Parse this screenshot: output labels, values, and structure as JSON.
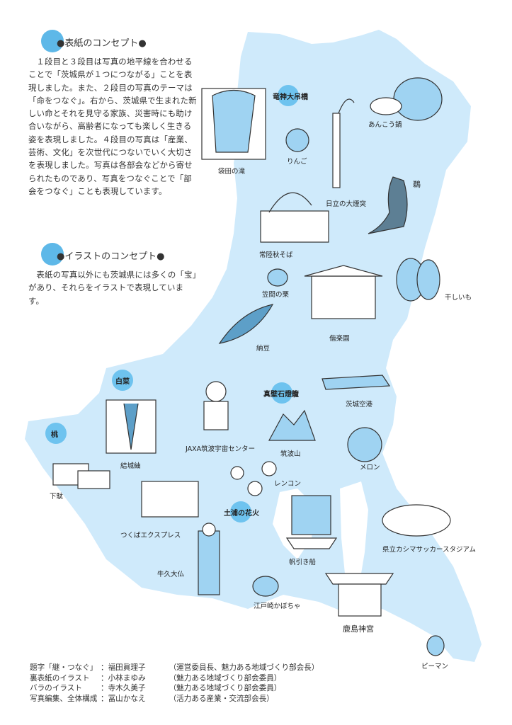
{
  "cover": {
    "title": "●表紙のコンセプト●",
    "body": "１段目と３段目は写真の地平線を合わせることで「茨城県が１つにつながる」ことを表現しました。また、２段目の写真のテーマは「命をつなぐ」。右から、茨城県で生まれた新しい命とそれを見守る家族、災害時にも助け合いながら、高齢者になっても楽しく生きる姿を表現しました。４段目の写真は「産業、芸術、文化」を次世代につないでいく大切さを表現しました。写真は各部会などから寄せられたものであり、写真をつなぐことで「部会をつなぐ」ことも表現しています。"
  },
  "illust": {
    "title": "●イラストのコンセプト●",
    "body": "表紙の写真以外にも茨城県には多くの「宝」があり、それらをイラストで表現しています。"
  },
  "map_labels": {
    "fukuroda": "袋田の滝",
    "ryujin": "竜神大吊橋",
    "ringo": "りんご",
    "ankou": "あんこう鍋",
    "hitachi_chimney": "日立の大煙突",
    "u": "鵜",
    "soba": "常陸秋そば",
    "kasama": "笠間の栗",
    "hoshiimo": "干しいも",
    "kairakuen": "偕楽園",
    "natto": "納豆",
    "hakusai": "白菜",
    "makabe": "真壁石燈籠",
    "airport": "茨城空港",
    "jaxa": "JAXA筑波宇宙センター",
    "momo": "桃",
    "yuki": "結城紬",
    "tsukuba": "筑波山",
    "melon": "メロン",
    "geta": "下駄",
    "renkon": "レンコン",
    "tx": "つくばエクスプレス",
    "tsuchiura": "土浦の花火",
    "hobiki": "帆引き船",
    "stadium": "県立カシマサッカースタジアム",
    "ushiku": "牛久大仏",
    "kabocha": "江戸崎かぼちゃ",
    "kashima": "鹿島神宮",
    "piman": "ピーマン"
  },
  "credits": [
    {
      "role": "題字「継・つなぐ」",
      "name": "福田眞理子",
      "note": "（運営委員長、魅力ある地域づくり部会長）"
    },
    {
      "role": "裏表紙のイラスト",
      "name": "小林まゆみ",
      "note": "（魅力ある地域づくり部会委員）"
    },
    {
      "role": "バラのイラスト",
      "name": "寺木久美子",
      "note": "（魅力ある地域づくり部会委員）"
    },
    {
      "role": "写真編集、全体構成",
      "name": "冨山かなえ",
      "note": "（活力ある産業・交流部会長）"
    }
  ],
  "colors": {
    "map_fill": "#cfeafb",
    "accent": "#5eb8e8",
    "ink": "#333333"
  }
}
